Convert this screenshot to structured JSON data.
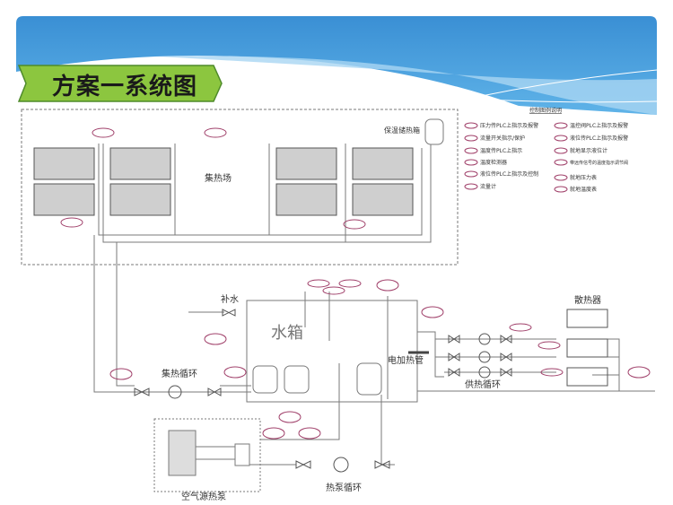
{
  "slide": {
    "title": "方案一系统图"
  },
  "colors": {
    "banner_top": "#3a8fd4",
    "banner_light": "#a9d6f2",
    "title_fill": "#8cc63f",
    "title_border": "#4e8a2a",
    "line": "#7a7a7a",
    "instrument": "#a0406a"
  },
  "diagram": {
    "collector_field": "集热场",
    "storage_tank": "保温储热箱",
    "makeup_water": "补水",
    "water_tank": "水箱",
    "electric_heater": "电加热管",
    "radiator": "散热器",
    "collector_loop": "集热循环",
    "supply_loop": "供热循环",
    "heat_pump_loop": "热泵循环",
    "air_source_heat_pump": "空气源热泵"
  },
  "legend": {
    "title": "控制图例说明",
    "left": [
      "压力传PLC上指示及报警",
      "流量开关指示/保护",
      "温度传PLC上指示",
      "温度检测器",
      "液位传PLC上指示及控制",
      "流量计"
    ],
    "right": [
      "温控阀PLC上指示及报警",
      "液位传PLC上指示及报警",
      "就地显示液位计",
      "带远传信号的温度指示调节阀",
      "就地压力表",
      "就地温度表"
    ]
  }
}
